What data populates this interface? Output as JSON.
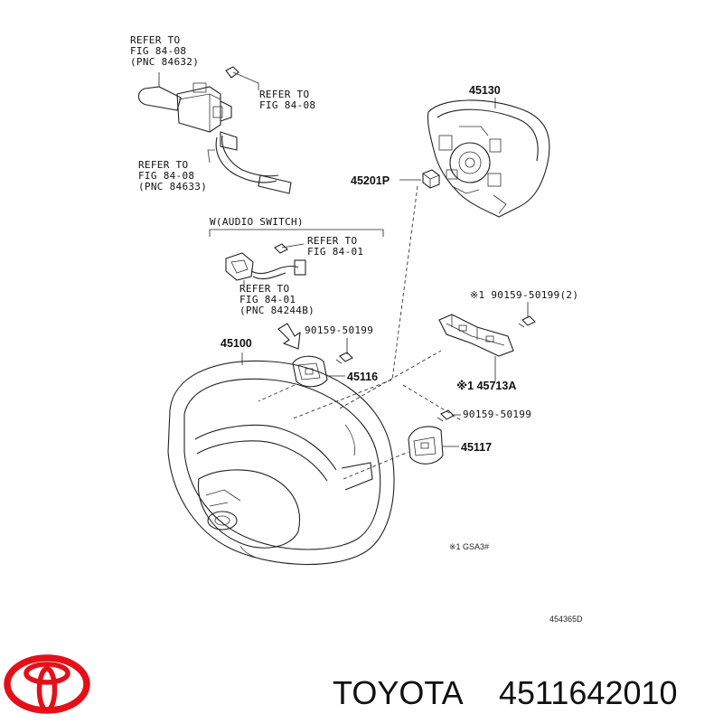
{
  "diagram": {
    "callouts": {
      "refer_a": [
        "REFER TO",
        "FIG 84-08",
        "(PNC 84632)"
      ],
      "refer_b": [
        "REFER TO",
        "FIG 84-08"
      ],
      "refer_c": [
        "REFER TO",
        "FIG 84-08",
        "(PNC 84633)"
      ],
      "audio_switch": "W(AUDIO SWITCH)",
      "refer_d": [
        "REFER TO",
        "FIG 84-01"
      ],
      "refer_e": [
        "REFER TO",
        "FIG 84-01",
        "(PNC 84244B)"
      ]
    },
    "parts": {
      "p45130": "45130",
      "p45201P": "45201P",
      "p90159_2": "※1 90159-50199(2)",
      "p90159_a": "90159-50199",
      "p45100": "45100",
      "p45116": "45116",
      "p45713A": "※1 45713A",
      "p90159_b": "90159-50199",
      "p45117": "45117"
    },
    "note": "※1  GSA3#",
    "drawing_id": "454365D"
  },
  "footer": {
    "brand": "TOYOTA",
    "part_number": "4511642010",
    "logo_color": "#e3101a"
  }
}
